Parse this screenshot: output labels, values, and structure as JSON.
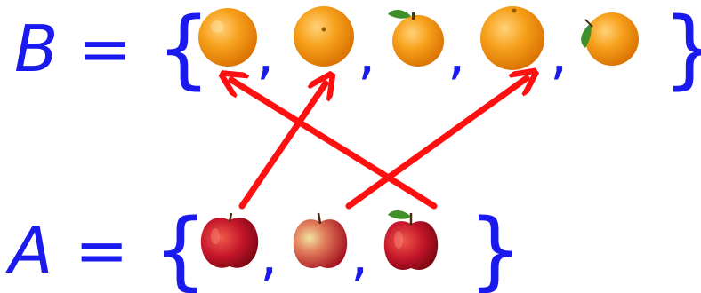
{
  "colors": {
    "text": "#1a1aee",
    "arrow": "#ff1010",
    "orange_fill": "#f59a16",
    "orange_shade": "#d86f00",
    "apple_fill": "#c4152a",
    "apple_highlight": "#e8d36a",
    "leaf": "#3f8f2a"
  },
  "set_b": {
    "name": "B",
    "equals": "=",
    "open_brace": "{",
    "close_brace": "}",
    "separator": ",",
    "elements": [
      "orange-1",
      "orange-2",
      "orange-3",
      "orange-4",
      "orange-5"
    ]
  },
  "set_a": {
    "name": "A",
    "equals": "=",
    "open_brace": "{",
    "close_brace": "}",
    "separator": ",",
    "elements": [
      "apple-1",
      "apple-2",
      "apple-3"
    ]
  },
  "mapping": [
    {
      "from": "apple-1",
      "to": "orange-2"
    },
    {
      "from": "apple-2",
      "to": "orange-4"
    },
    {
      "from": "apple-3",
      "to": "orange-1"
    }
  ]
}
